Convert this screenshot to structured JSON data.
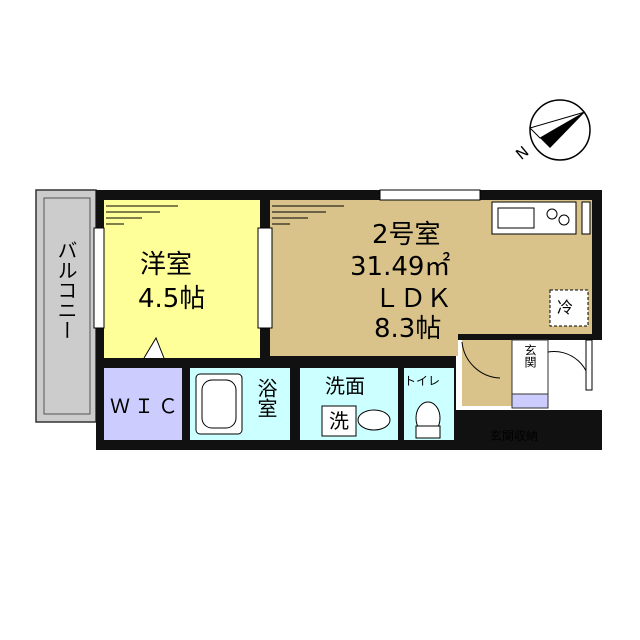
{
  "rooms": {
    "western": {
      "name": "洋室",
      "size": "4.5帖"
    },
    "ldk": {
      "unit": "2号室",
      "area": "31.49㎡",
      "type": "ＬＤＫ",
      "size": "8.3帖"
    },
    "wic": "ＷＩＣ",
    "bath": "浴室",
    "washroom": "洗面",
    "washer": "洗",
    "toilet": "トイレ",
    "entrance": "玄関",
    "fridge": "冷",
    "balcony": "バルコニー",
    "shoe_storage": "玄関収納"
  },
  "compass": {
    "label": "N"
  },
  "colors": {
    "western": "#ffff99",
    "ldk": "#d9c38a",
    "wic": "#ccccff",
    "wet": "#ccffff",
    "balcony": "#cccccc",
    "wall": "#111111"
  }
}
